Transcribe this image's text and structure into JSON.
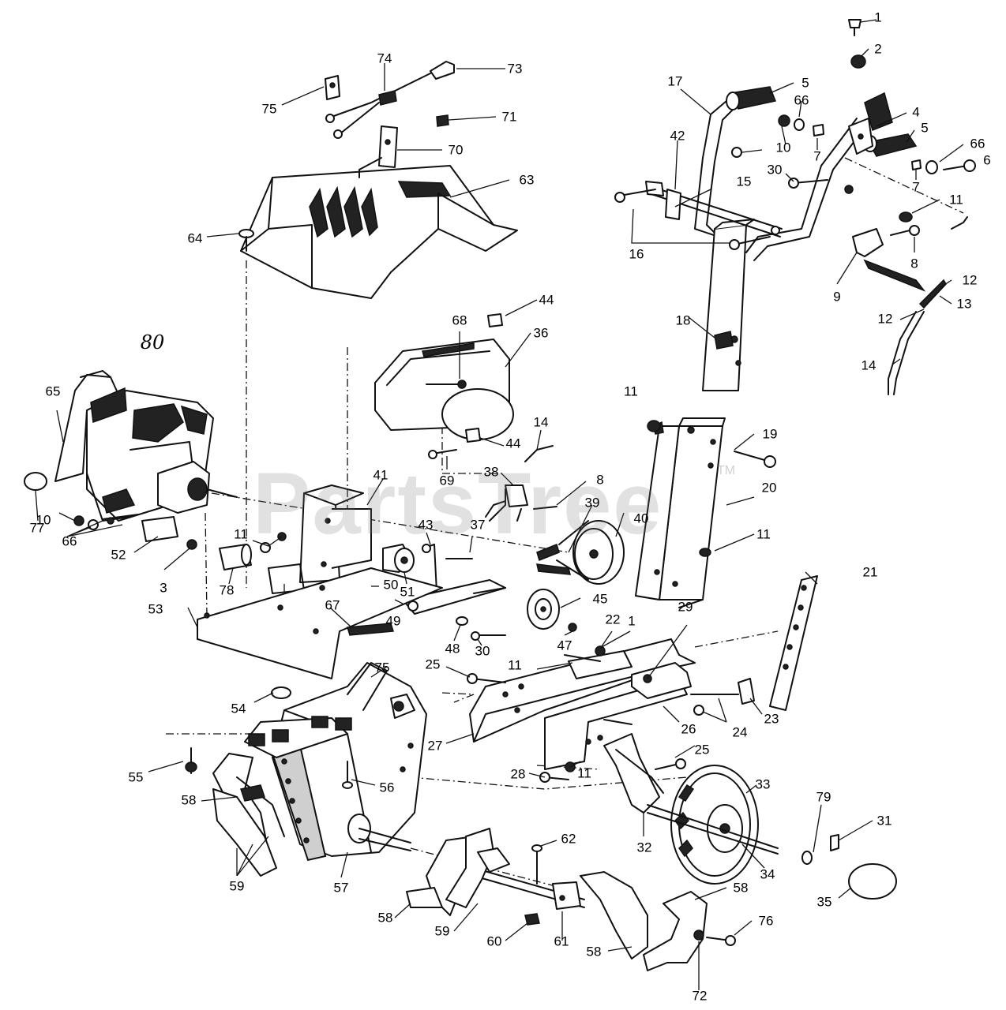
{
  "diagram": {
    "watermark": "PartsTree",
    "watermark_mark": "TM",
    "callouts": [
      {
        "id": "c1a",
        "text": "1"
      },
      {
        "id": "c2",
        "text": "2"
      },
      {
        "id": "c73",
        "text": "73"
      },
      {
        "id": "c74",
        "text": "74"
      },
      {
        "id": "c75a",
        "text": "75"
      },
      {
        "id": "c71",
        "text": "71"
      },
      {
        "id": "c70",
        "text": "70"
      },
      {
        "id": "c63",
        "text": "63"
      },
      {
        "id": "c64",
        "text": "64"
      },
      {
        "id": "c17",
        "text": "17"
      },
      {
        "id": "c5a",
        "text": "5"
      },
      {
        "id": "c66a",
        "text": "66"
      },
      {
        "id": "c4",
        "text": "4"
      },
      {
        "id": "c5b",
        "text": "5"
      },
      {
        "id": "c10a",
        "text": "10"
      },
      {
        "id": "c7a",
        "text": "7"
      },
      {
        "id": "c66b",
        "text": "66"
      },
      {
        "id": "c6",
        "text": "6"
      },
      {
        "id": "c7b",
        "text": "7"
      },
      {
        "id": "c42",
        "text": "42"
      },
      {
        "id": "c30a",
        "text": "30"
      },
      {
        "id": "c15",
        "text": "15"
      },
      {
        "id": "c11a",
        "text": "11"
      },
      {
        "id": "c16",
        "text": "16"
      },
      {
        "id": "c8a",
        "text": "8"
      },
      {
        "id": "c12a",
        "text": "12"
      },
      {
        "id": "c9",
        "text": "9"
      },
      {
        "id": "c13",
        "text": "13"
      },
      {
        "id": "c12b",
        "text": "12"
      },
      {
        "id": "c14a",
        "text": "14"
      },
      {
        "id": "c18",
        "text": "18"
      },
      {
        "id": "c44a",
        "text": "44"
      },
      {
        "id": "c68",
        "text": "68"
      },
      {
        "id": "c36",
        "text": "36"
      },
      {
        "id": "c80",
        "text": "80"
      },
      {
        "id": "c65",
        "text": "65"
      },
      {
        "id": "c11b",
        "text": "11"
      },
      {
        "id": "c19",
        "text": "19"
      },
      {
        "id": "c14b",
        "text": "14"
      },
      {
        "id": "c44b",
        "text": "44"
      },
      {
        "id": "c69",
        "text": "69"
      },
      {
        "id": "c38",
        "text": "38"
      },
      {
        "id": "c8b",
        "text": "8"
      },
      {
        "id": "c41",
        "text": "41"
      },
      {
        "id": "c20",
        "text": "20"
      },
      {
        "id": "c77",
        "text": "77"
      },
      {
        "id": "c10b",
        "text": "10"
      },
      {
        "id": "c66c",
        "text": "66"
      },
      {
        "id": "c52",
        "text": "52"
      },
      {
        "id": "c11c",
        "text": "11"
      },
      {
        "id": "c43",
        "text": "43"
      },
      {
        "id": "c37",
        "text": "37"
      },
      {
        "id": "c39",
        "text": "39"
      },
      {
        "id": "c40",
        "text": "40"
      },
      {
        "id": "c11d",
        "text": "11"
      },
      {
        "id": "c3",
        "text": "3"
      },
      {
        "id": "c78",
        "text": "78"
      },
      {
        "id": "c51",
        "text": "51"
      },
      {
        "id": "c50",
        "text": "50"
      },
      {
        "id": "c45",
        "text": "45"
      },
      {
        "id": "c21",
        "text": "21"
      },
      {
        "id": "c49",
        "text": "49"
      },
      {
        "id": "c53",
        "text": "53"
      },
      {
        "id": "c67",
        "text": "67"
      },
      {
        "id": "c48",
        "text": "48"
      },
      {
        "id": "c30b",
        "text": "30"
      },
      {
        "id": "c47",
        "text": "47"
      },
      {
        "id": "c22",
        "text": "22"
      },
      {
        "id": "c1b",
        "text": "1"
      },
      {
        "id": "c29",
        "text": "29"
      },
      {
        "id": "c25a",
        "text": "25"
      },
      {
        "id": "c75b",
        "text": "75"
      },
      {
        "id": "c11e",
        "text": "11"
      },
      {
        "id": "c54",
        "text": "54"
      },
      {
        "id": "c23",
        "text": "23"
      },
      {
        "id": "c24",
        "text": "24"
      },
      {
        "id": "c26",
        "text": "26"
      },
      {
        "id": "c27",
        "text": "27"
      },
      {
        "id": "c25b",
        "text": "25"
      },
      {
        "id": "c55",
        "text": "55"
      },
      {
        "id": "c56",
        "text": "56"
      },
      {
        "id": "c28",
        "text": "28"
      },
      {
        "id": "c11f",
        "text": "11"
      },
      {
        "id": "c33",
        "text": "33"
      },
      {
        "id": "c58a",
        "text": "58"
      },
      {
        "id": "c79",
        "text": "79"
      },
      {
        "id": "c31",
        "text": "31"
      },
      {
        "id": "c32",
        "text": "32"
      },
      {
        "id": "c34",
        "text": "34"
      },
      {
        "id": "c62",
        "text": "62"
      },
      {
        "id": "c59a",
        "text": "59"
      },
      {
        "id": "c57",
        "text": "57"
      },
      {
        "id": "c35",
        "text": "35"
      },
      {
        "id": "c58b",
        "text": "58"
      },
      {
        "id": "c59b",
        "text": "59"
      },
      {
        "id": "c58c",
        "text": "58"
      },
      {
        "id": "c76",
        "text": "76"
      },
      {
        "id": "c60",
        "text": "60"
      },
      {
        "id": "c61",
        "text": "61"
      },
      {
        "id": "c58d",
        "text": "58"
      },
      {
        "id": "c72",
        "text": "72"
      }
    ]
  }
}
